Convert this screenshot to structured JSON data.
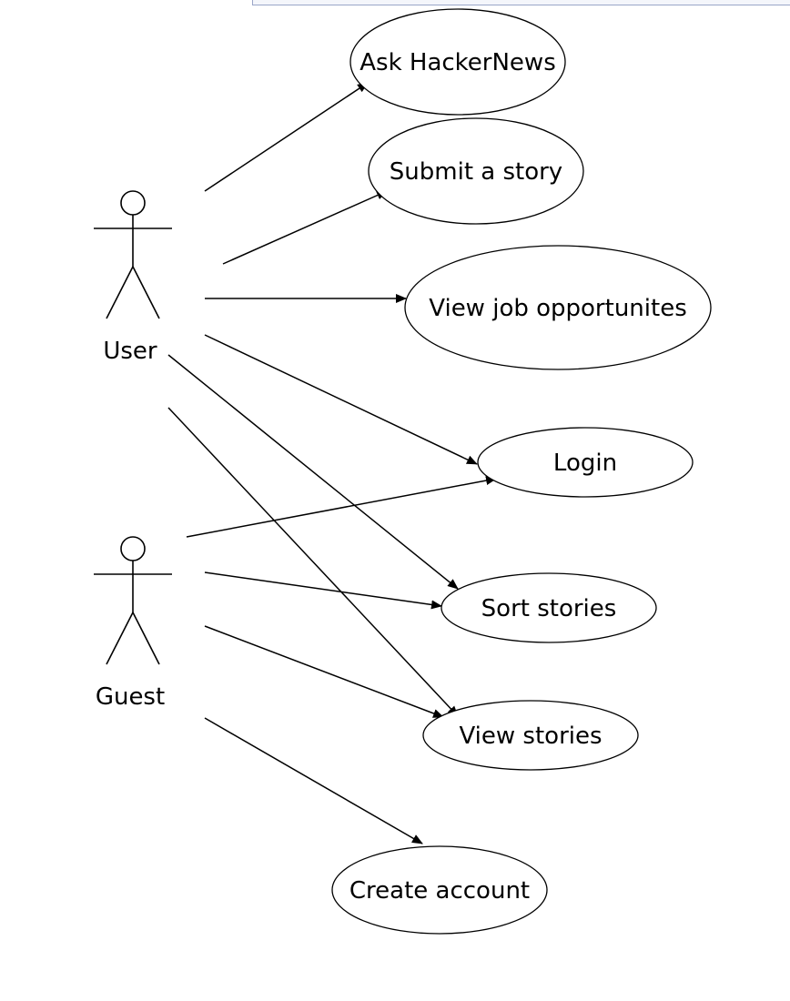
{
  "diagram": {
    "actors": [
      {
        "id": "user",
        "label": "User"
      },
      {
        "id": "guest",
        "label": "Guest"
      }
    ],
    "use_cases": [
      {
        "id": "ask",
        "label": "Ask HackerNews"
      },
      {
        "id": "submit",
        "label": "Submit a story"
      },
      {
        "id": "jobs",
        "label": "View job opportunites"
      },
      {
        "id": "login",
        "label": "Login"
      },
      {
        "id": "sort",
        "label": "Sort stories"
      },
      {
        "id": "view",
        "label": "View stories"
      },
      {
        "id": "create",
        "label": "Create account"
      }
    ],
    "associations": [
      {
        "from": "user",
        "to": "ask"
      },
      {
        "from": "user",
        "to": "submit"
      },
      {
        "from": "user",
        "to": "jobs"
      },
      {
        "from": "user",
        "to": "login"
      },
      {
        "from": "user",
        "to": "sort"
      },
      {
        "from": "user",
        "to": "view"
      },
      {
        "from": "guest",
        "to": "login"
      },
      {
        "from": "guest",
        "to": "sort"
      },
      {
        "from": "guest",
        "to": "view"
      },
      {
        "from": "guest",
        "to": "create"
      }
    ]
  }
}
